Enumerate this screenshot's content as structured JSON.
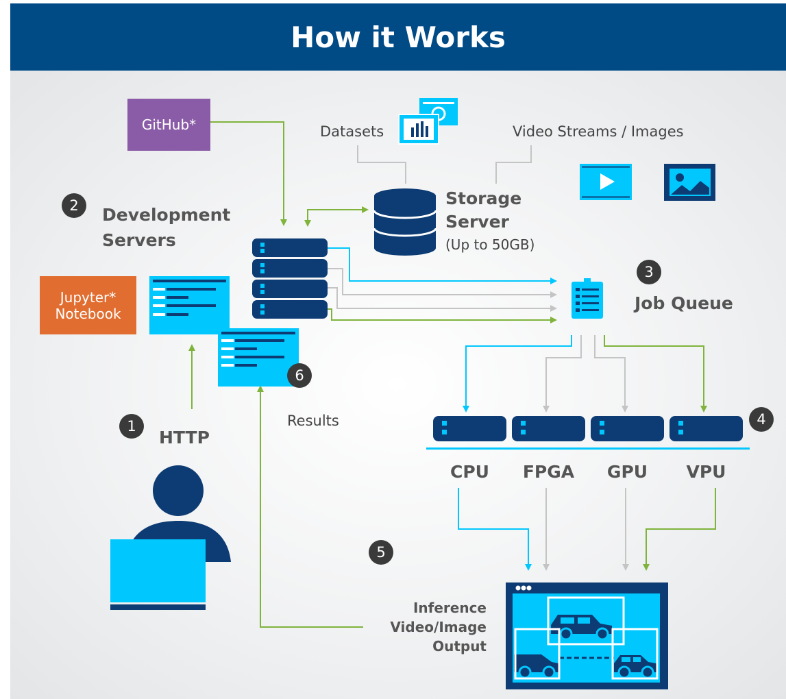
{
  "title": "How it Works",
  "boxes": {
    "github": "GitHub*",
    "jupyter_line1": "Jupyter*",
    "jupyter_line2": "Notebook"
  },
  "labels": {
    "datasets": "Datasets",
    "video_streams": "Video Streams / Images",
    "storage_line1": "Storage",
    "storage_line2": "Server",
    "storage_note": "(Up to 50GB)",
    "dev_line1": "Development",
    "dev_line2": "Servers",
    "job_queue": "Job Queue",
    "http": "HTTP",
    "results": "Results",
    "inference_line1": "Inference",
    "inference_line2": "Video/Image",
    "inference_line3": "Output"
  },
  "devices": [
    "CPU",
    "FPGA",
    "GPU",
    "VPU"
  ],
  "steps": [
    "1",
    "2",
    "3",
    "4",
    "5",
    "6"
  ],
  "colors": {
    "header": "#004a86",
    "cyan": "#00c7fd",
    "navy": "#0d3b73",
    "green": "#7fb33b",
    "gray_arrow": "#c4c4c4",
    "github": "#8a5ca7",
    "jupyter": "#e16e30"
  },
  "icons": [
    "database-icon",
    "dataset-chart-icon",
    "video-icon",
    "image-icon",
    "server-icon",
    "job-queue-icon",
    "user-icon",
    "laptop-icon",
    "notebook-screen-icon",
    "results-screen-icon",
    "inference-screen-icon",
    "car-icon"
  ]
}
